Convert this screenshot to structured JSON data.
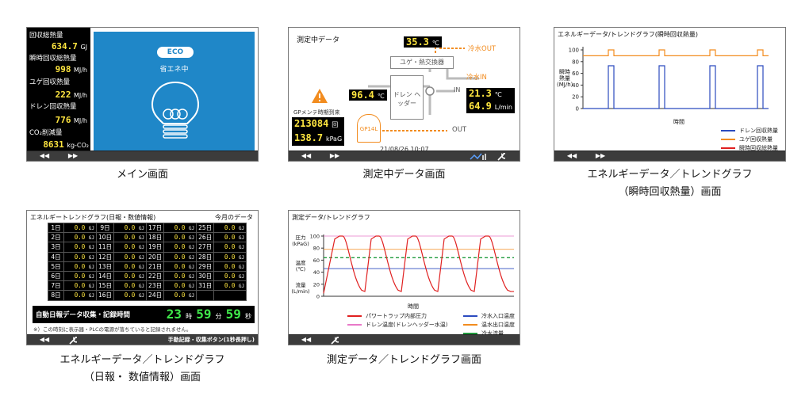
{
  "nav": {
    "prev": "◀◀",
    "next": "▶▶"
  },
  "main": {
    "caption": "メイン画面",
    "labels": [
      "回収総熱量",
      "瞬時回収総熱量",
      "ユゲ回収熱量",
      "ドレン回収熱量",
      "CO₂削減量"
    ],
    "values": [
      {
        "value": "634.7",
        "unit": "GJ"
      },
      {
        "value": "998",
        "unit": "MJ/h"
      },
      {
        "value": "222",
        "unit": "MJ/h"
      },
      {
        "value": "776",
        "unit": "MJ/h"
      },
      {
        "value": "8631",
        "unit": "kg-CO₂"
      }
    ],
    "eco_badge": "ECO",
    "eco_text": "省エネ中"
  },
  "measure": {
    "caption": "測定中データ画面",
    "title": "測定中データ",
    "cold_out_temp": "35.3",
    "cold_out_label": "冷水OUT",
    "hx_label": "ユゲ・熱交換器",
    "cold_in_label": "冷水IN",
    "drain_header": "ドレン ヘッダー",
    "drain_temp": "96.4",
    "in_label": "IN",
    "in_temp": "21.3",
    "flow": "64.9",
    "flow_unit": "L/min",
    "temp_unit": "℃",
    "gp_label": "GPメンテ時期到来",
    "count": "213084",
    "count_unit": "回",
    "pressure": "138.7",
    "pressure_unit": "kPaG",
    "gp_box": "GP14L",
    "out_label": "OUT",
    "datetime": "21/08/26 10:07"
  },
  "trend_inst": {
    "caption_line1": "エネルギーデータ／トレンドグラフ",
    "caption_line2": "（瞬時回収熱量）画面",
    "title": "エネルギーデータ/トレンドグラフ(瞬時回収熱量)",
    "ylabel": "瞬時 熱量 (MJ/h)",
    "xlabel": "時間",
    "legend": [
      "ドレン回収熱量",
      "ユゲ回収熱量",
      "瞬時回収総熱量"
    ],
    "colors": [
      "#2b4bbf",
      "#f28c1f",
      "#e02020"
    ]
  },
  "daily": {
    "caption_line1": "エネルギーデータ／トレンドグラフ",
    "caption_line2": "（日報・ 数値情報）画面",
    "title": "エネルギートレンドグラフ(日報・数値情報)",
    "month_label": "今月のデータ",
    "value": "0.0",
    "unit": "GJ",
    "days": [
      "1日",
      "2日",
      "3日",
      "4日",
      "5日",
      "6日",
      "7日",
      "8日",
      "9日",
      "10日",
      "11日",
      "12日",
      "13日",
      "14日",
      "15日",
      "16日",
      "17日",
      "18日",
      "19日",
      "20日",
      "21日",
      "22日",
      "23日",
      "24日",
      "25日",
      "26日",
      "27日",
      "28日",
      "29日",
      "30日",
      "31日"
    ],
    "collect_label": "自動日報データ収集・記録時間",
    "hour": "23",
    "hour_unit": "時",
    "minute": "59",
    "minute_unit": "分",
    "second": "59",
    "second_unit": "秒",
    "note": "※）この時刻に表示器・PLCの電源が落ちていると記録されません。",
    "manual_button": "手動記録・収集ボタン(1秒長押し)"
  },
  "trend_meas": {
    "caption": "測定データ／トレンドグラフ画面",
    "title": "測定データ/トレンドグラフ",
    "y_pressure": "圧力 (kPaG)",
    "y_temp": "温度 (℃)",
    "y_flow": "流量 (L/min)",
    "xlabel": "時間",
    "legend": [
      "パワートラップ内部圧力",
      "ドレン温度(ドレンヘッダー水温)",
      "冷水入口温度",
      "温水出口温度",
      "冷水流量"
    ],
    "colors": [
      "#e02020",
      "#e879c8",
      "#2b4bbf",
      "#f28c1f",
      "#1f9a3c"
    ]
  }
}
